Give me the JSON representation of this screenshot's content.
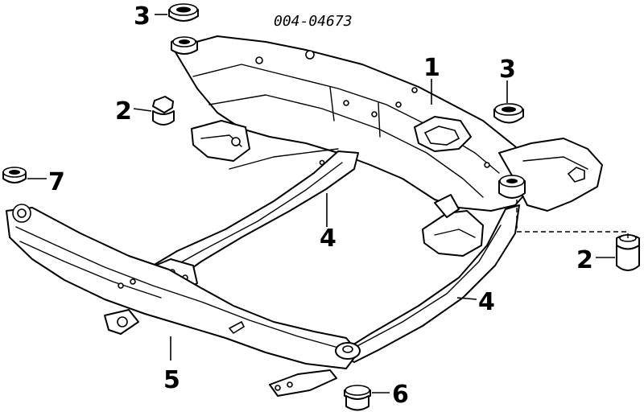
{
  "diagram": {
    "part_number": "004-04673",
    "callouts": {
      "c1": "1",
      "c2_left": "2",
      "c2_right": "2",
      "c3_top": "3",
      "c3_right": "3",
      "c4_center": "4",
      "c4_right": "4",
      "c5": "5",
      "c6": "6",
      "c7": "7"
    }
  }
}
